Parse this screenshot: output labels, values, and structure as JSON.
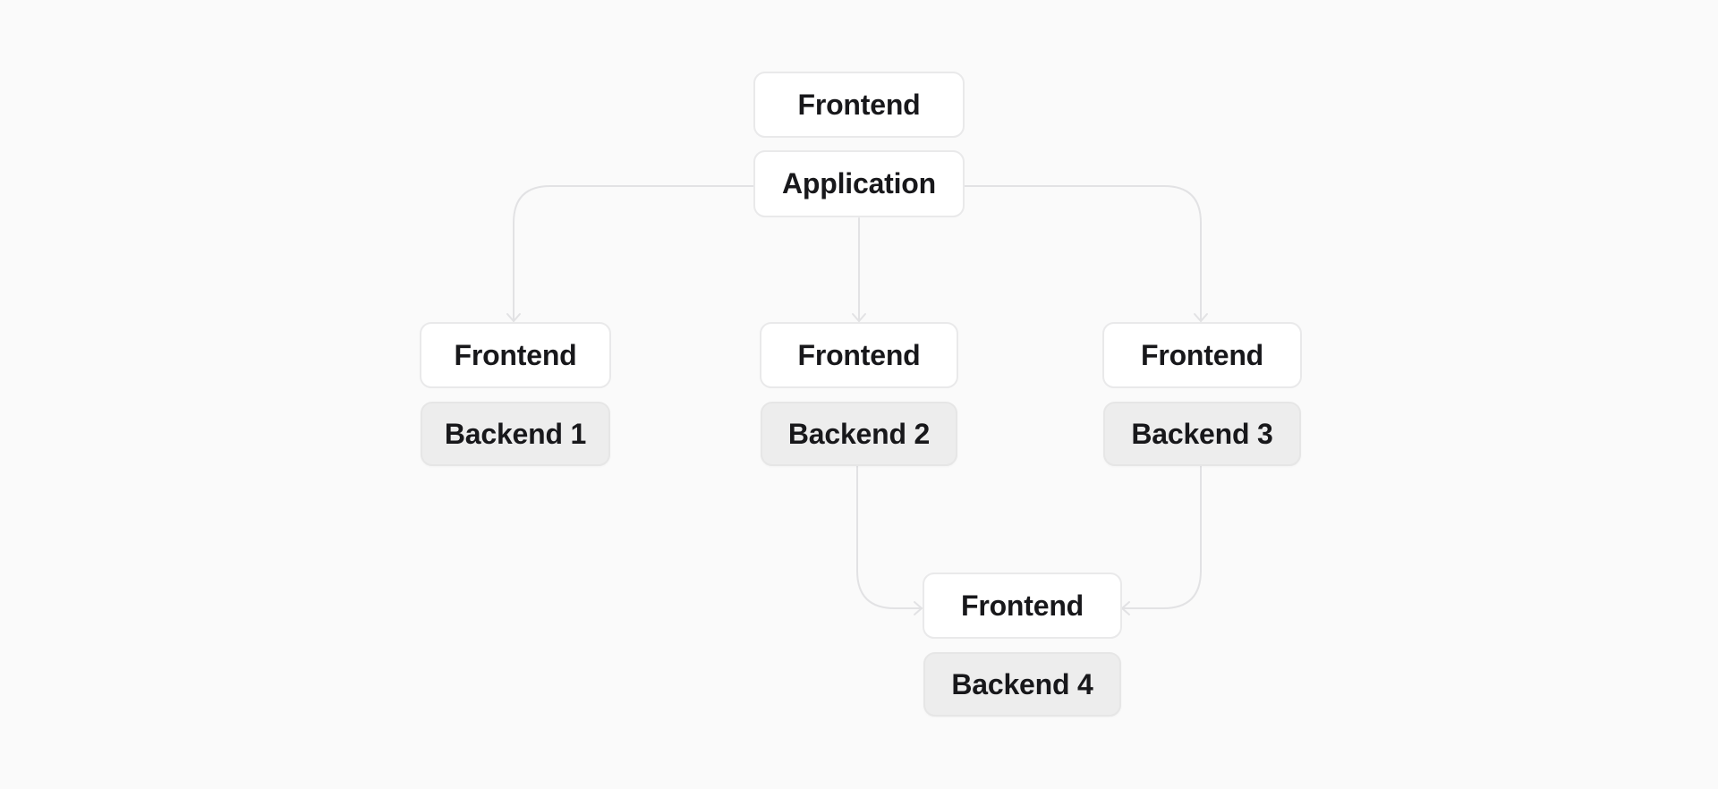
{
  "diagram": {
    "app": {
      "frontend_label": "Frontend",
      "application_label": "Application"
    },
    "services": [
      {
        "frontend_label": "Frontend",
        "backend_label": "Backend 1"
      },
      {
        "frontend_label": "Frontend",
        "backend_label": "Backend 2"
      },
      {
        "frontend_label": "Frontend",
        "backend_label": "Backend 3"
      },
      {
        "frontend_label": "Frontend",
        "backend_label": "Backend 4"
      }
    ],
    "colors": {
      "background": "#fafafa",
      "frontend_fill": "#ffffff",
      "backend_fill": "#ededed",
      "node_border": "#e9e9ea",
      "connector": "#e2e2e4",
      "text": "#18181b"
    }
  }
}
